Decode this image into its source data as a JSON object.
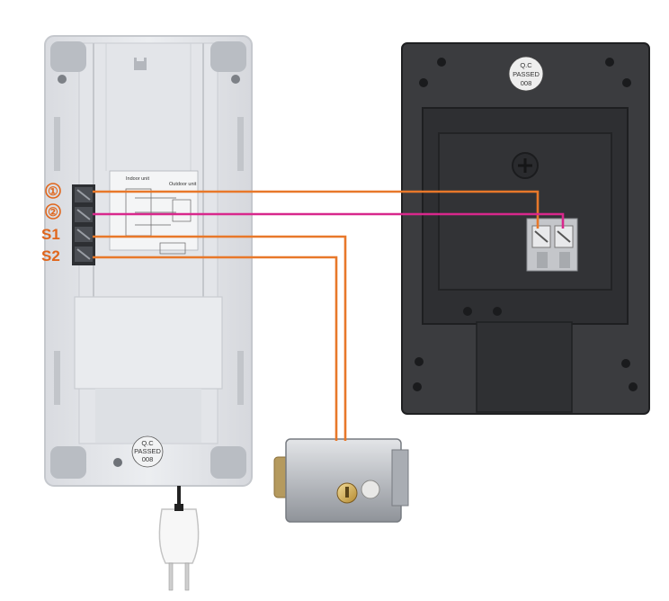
{
  "terminals": [
    {
      "label": "①",
      "wire": "orange"
    },
    {
      "label": "②",
      "wire": "magenta"
    },
    {
      "label": "S1",
      "wire": "orange"
    },
    {
      "label": "S2",
      "wire": "orange"
    }
  ],
  "board_labels": {
    "indoor": "Indoor unit",
    "outdoor": "Outdoor unit"
  },
  "qc_indoor": {
    "line1": "Q.C",
    "line2": "PASSED",
    "line3": "008"
  },
  "qc_outdoor": {
    "line1": "Q.C",
    "line2": "PASSED",
    "line3": "008"
  },
  "colors": {
    "orange": "#e8782a",
    "magenta": "#d8288c",
    "label": "#e0661c"
  }
}
